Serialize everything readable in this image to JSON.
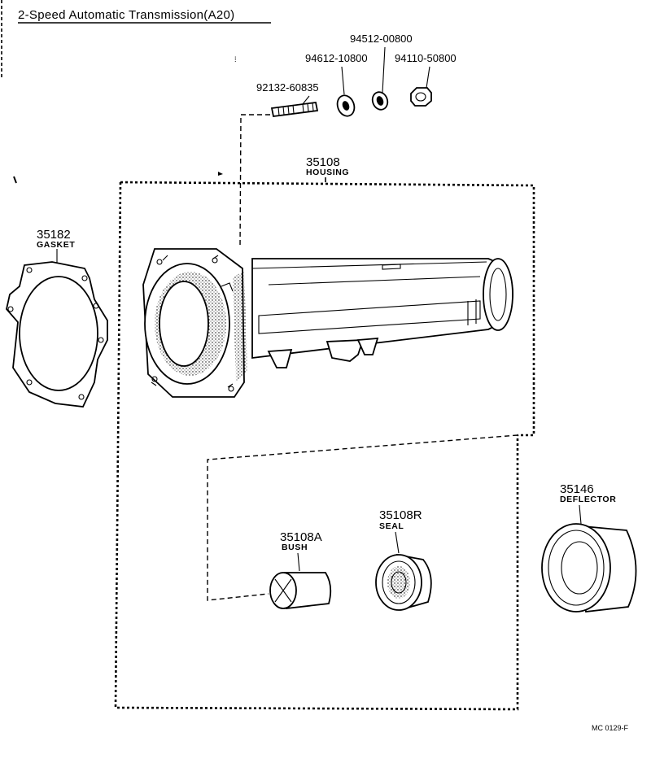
{
  "title": "2-Speed Automatic Transmission(A20)",
  "figure_ref": "MC 0129-F",
  "parts": {
    "washer_a": {
      "number": "94512-00800"
    },
    "washer_b": {
      "number": "94612-10800"
    },
    "nut": {
      "number": "94110-50800"
    },
    "stud": {
      "number": "92132-60835"
    },
    "housing": {
      "number": "35108",
      "name": "HOUSING"
    },
    "gasket": {
      "number": "35182",
      "name": "GASKET"
    },
    "bush": {
      "number": "35108A",
      "name": "BUSH"
    },
    "seal": {
      "number": "35108R",
      "name": "SEAL"
    },
    "deflector": {
      "number": "35146",
      "name": "DEFLECTOR"
    }
  }
}
